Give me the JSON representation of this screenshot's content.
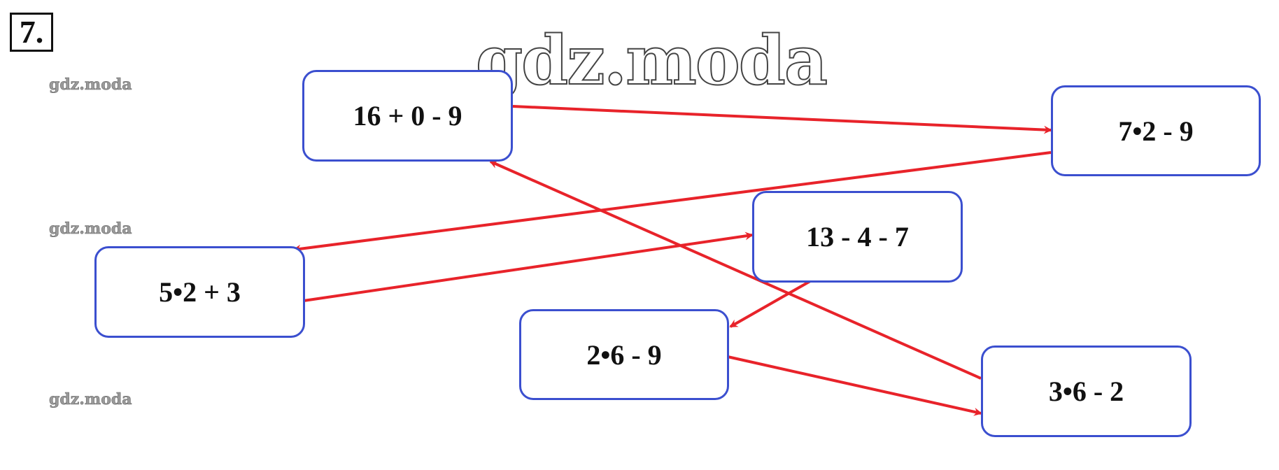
{
  "task_number": "7.",
  "watermark": "gdz.moda",
  "expressions": [
    {
      "id": "a",
      "text": "16 + 0 - 9"
    },
    {
      "id": "b",
      "text": "7•2 - 9"
    },
    {
      "id": "c",
      "text": "13 - 4 - 7"
    },
    {
      "id": "d",
      "text": "5•2 + 3"
    },
    {
      "id": "e",
      "text": "2•6 - 9"
    },
    {
      "id": "f",
      "text": "3•6 - 2"
    }
  ],
  "connections": [
    {
      "from": "a",
      "to": "b"
    },
    {
      "from": "b",
      "to": "d"
    },
    {
      "from": "d",
      "to": "c"
    },
    {
      "from": "c",
      "to": "e"
    },
    {
      "from": "e",
      "to": "f"
    },
    {
      "from": "f",
      "to": "a"
    }
  ],
  "colors": {
    "box_border": "#3b4fcf",
    "arrow": "#e8232a"
  }
}
